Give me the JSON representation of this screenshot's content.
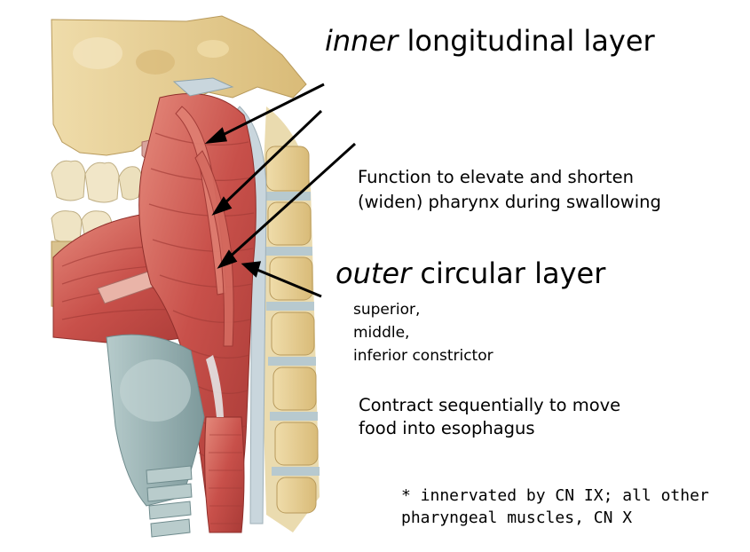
{
  "headings": {
    "inner_em": "inner",
    "inner_rest": " longitudinal layer",
    "outer_em": "outer",
    "outer_rest": " circular layer"
  },
  "function_text": {
    "line1": "Function to elevate and shorten",
    "line2": "(widen) pharynx during swallowing"
  },
  "constrictors": [
    "superior,",
    "middle,",
    "inferior constrictor"
  ],
  "contract_text": {
    "line1": "Contract sequentially to move",
    "line2": "food into esophagus"
  },
  "footnote": {
    "line1": "* innervated by CN IX; all other",
    "line2": "pharyngeal muscles, CN X"
  },
  "colors": {
    "muscle": "#c8504a",
    "muscle_light": "#e07f72",
    "bone": "#e9d49e",
    "cartilage": "#9fb7b8",
    "arrow": "#000000"
  }
}
